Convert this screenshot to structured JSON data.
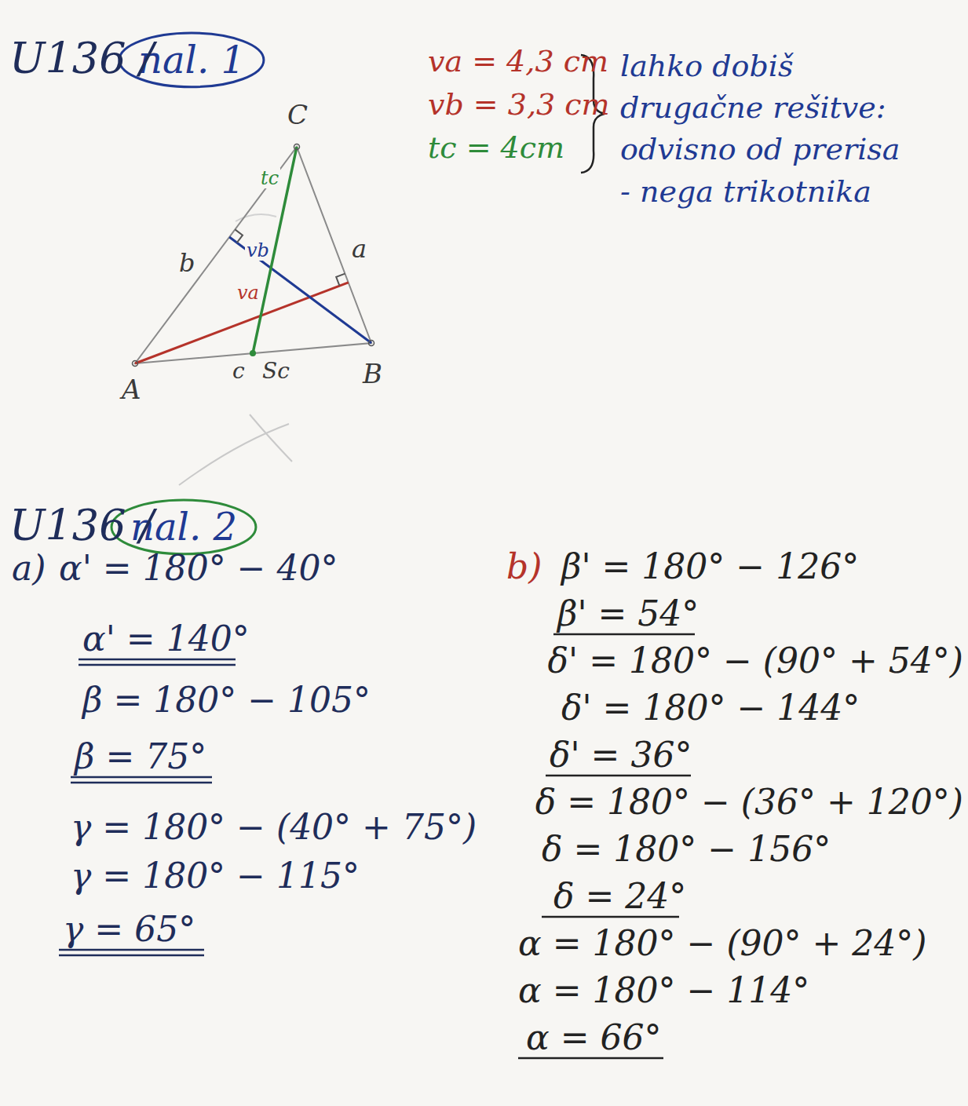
{
  "diagram": {
    "nodes": [
      {
        "text": [
          "nal. 1"
        ]
      },
      {
        "text": [
          "nal. 2"
        ]
      }
    ],
    "labels": [
      "U136 /",
      "C",
      "va = 4,3 cm",
      "vb = 3,3 cm",
      "tc = 4cm",
      "lahko dobiš drugačne rešitve: odvisno od prerisa - nega trikotnika",
      "tc",
      "b",
      "vb",
      "a",
      "va",
      "A",
      "c",
      "Sc",
      "B",
      "U136 /",
      "a)",
      "α' = 180° − 40°",
      "α' = 140°",
      "β = 180° − 105°",
      "β = 75°",
      "γ = 180° − (40° + 75°)",
      "γ = 180° − 115°",
      "γ = 65°",
      "b)",
      "β' = 180° − 126°",
      "β' = 54°",
      "δ' = 180° − (90° + 54°)",
      "δ' = 180° − 144°",
      "δ' = 36°",
      "δ = 180° − (36° + 120°)",
      "δ = 180° − 156°",
      "δ = 24°",
      "α = 180° − (90° + 24°)",
      "α = 180° − 114°",
      "α = 66°"
    ]
  }
}
